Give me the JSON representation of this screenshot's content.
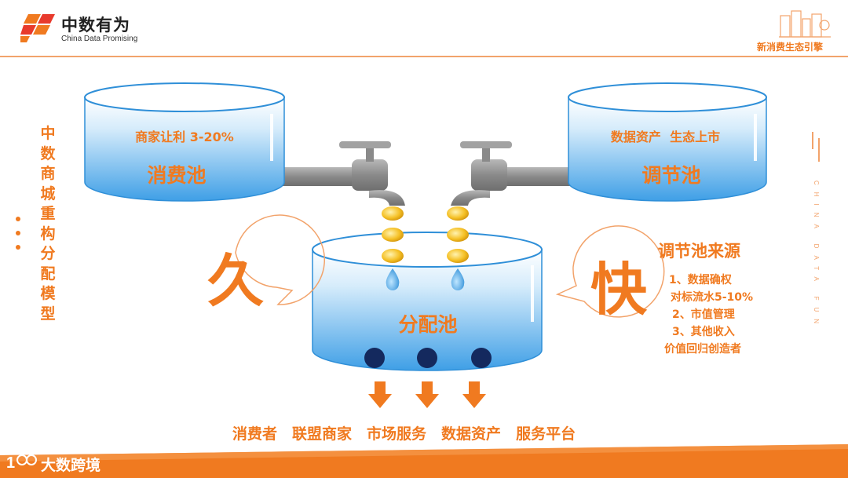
{
  "header": {
    "logo_cn": "中数有为",
    "logo_en": "China Data Promising",
    "brand_tagline": "新消费生态引擎"
  },
  "side": {
    "vertical_title": "中数商城重构分配模型",
    "vertical_en": "CHINA DATA FUN"
  },
  "tanks": {
    "consumption": {
      "label": "消费池",
      "subtitle": "商家让利 3-20%"
    },
    "regulation": {
      "label": "调节池",
      "subtitle": "数据资产  生态上市"
    },
    "distribution": {
      "label": "分配池"
    }
  },
  "callouts": {
    "left": "久",
    "right": "快"
  },
  "regulation_sources": {
    "title": "调节池来源",
    "items": [
      "1、数据确权",
      "对标流水5-10%",
      "2、市值管理",
      "3、其他收入",
      "价值回归创造者"
    ]
  },
  "outputs": [
    "消费者",
    "联盟商家",
    "市场服务",
    "数据资产",
    "服务平台"
  ],
  "footer": {
    "logo": "1\u0010\u0010",
    "text": "大数跨境"
  },
  "colors": {
    "accent": "#f07a20",
    "water": "#4aa8e8",
    "pipe": "#8e8e8e",
    "coin": "#f2b61f",
    "drain": "#14295e"
  }
}
